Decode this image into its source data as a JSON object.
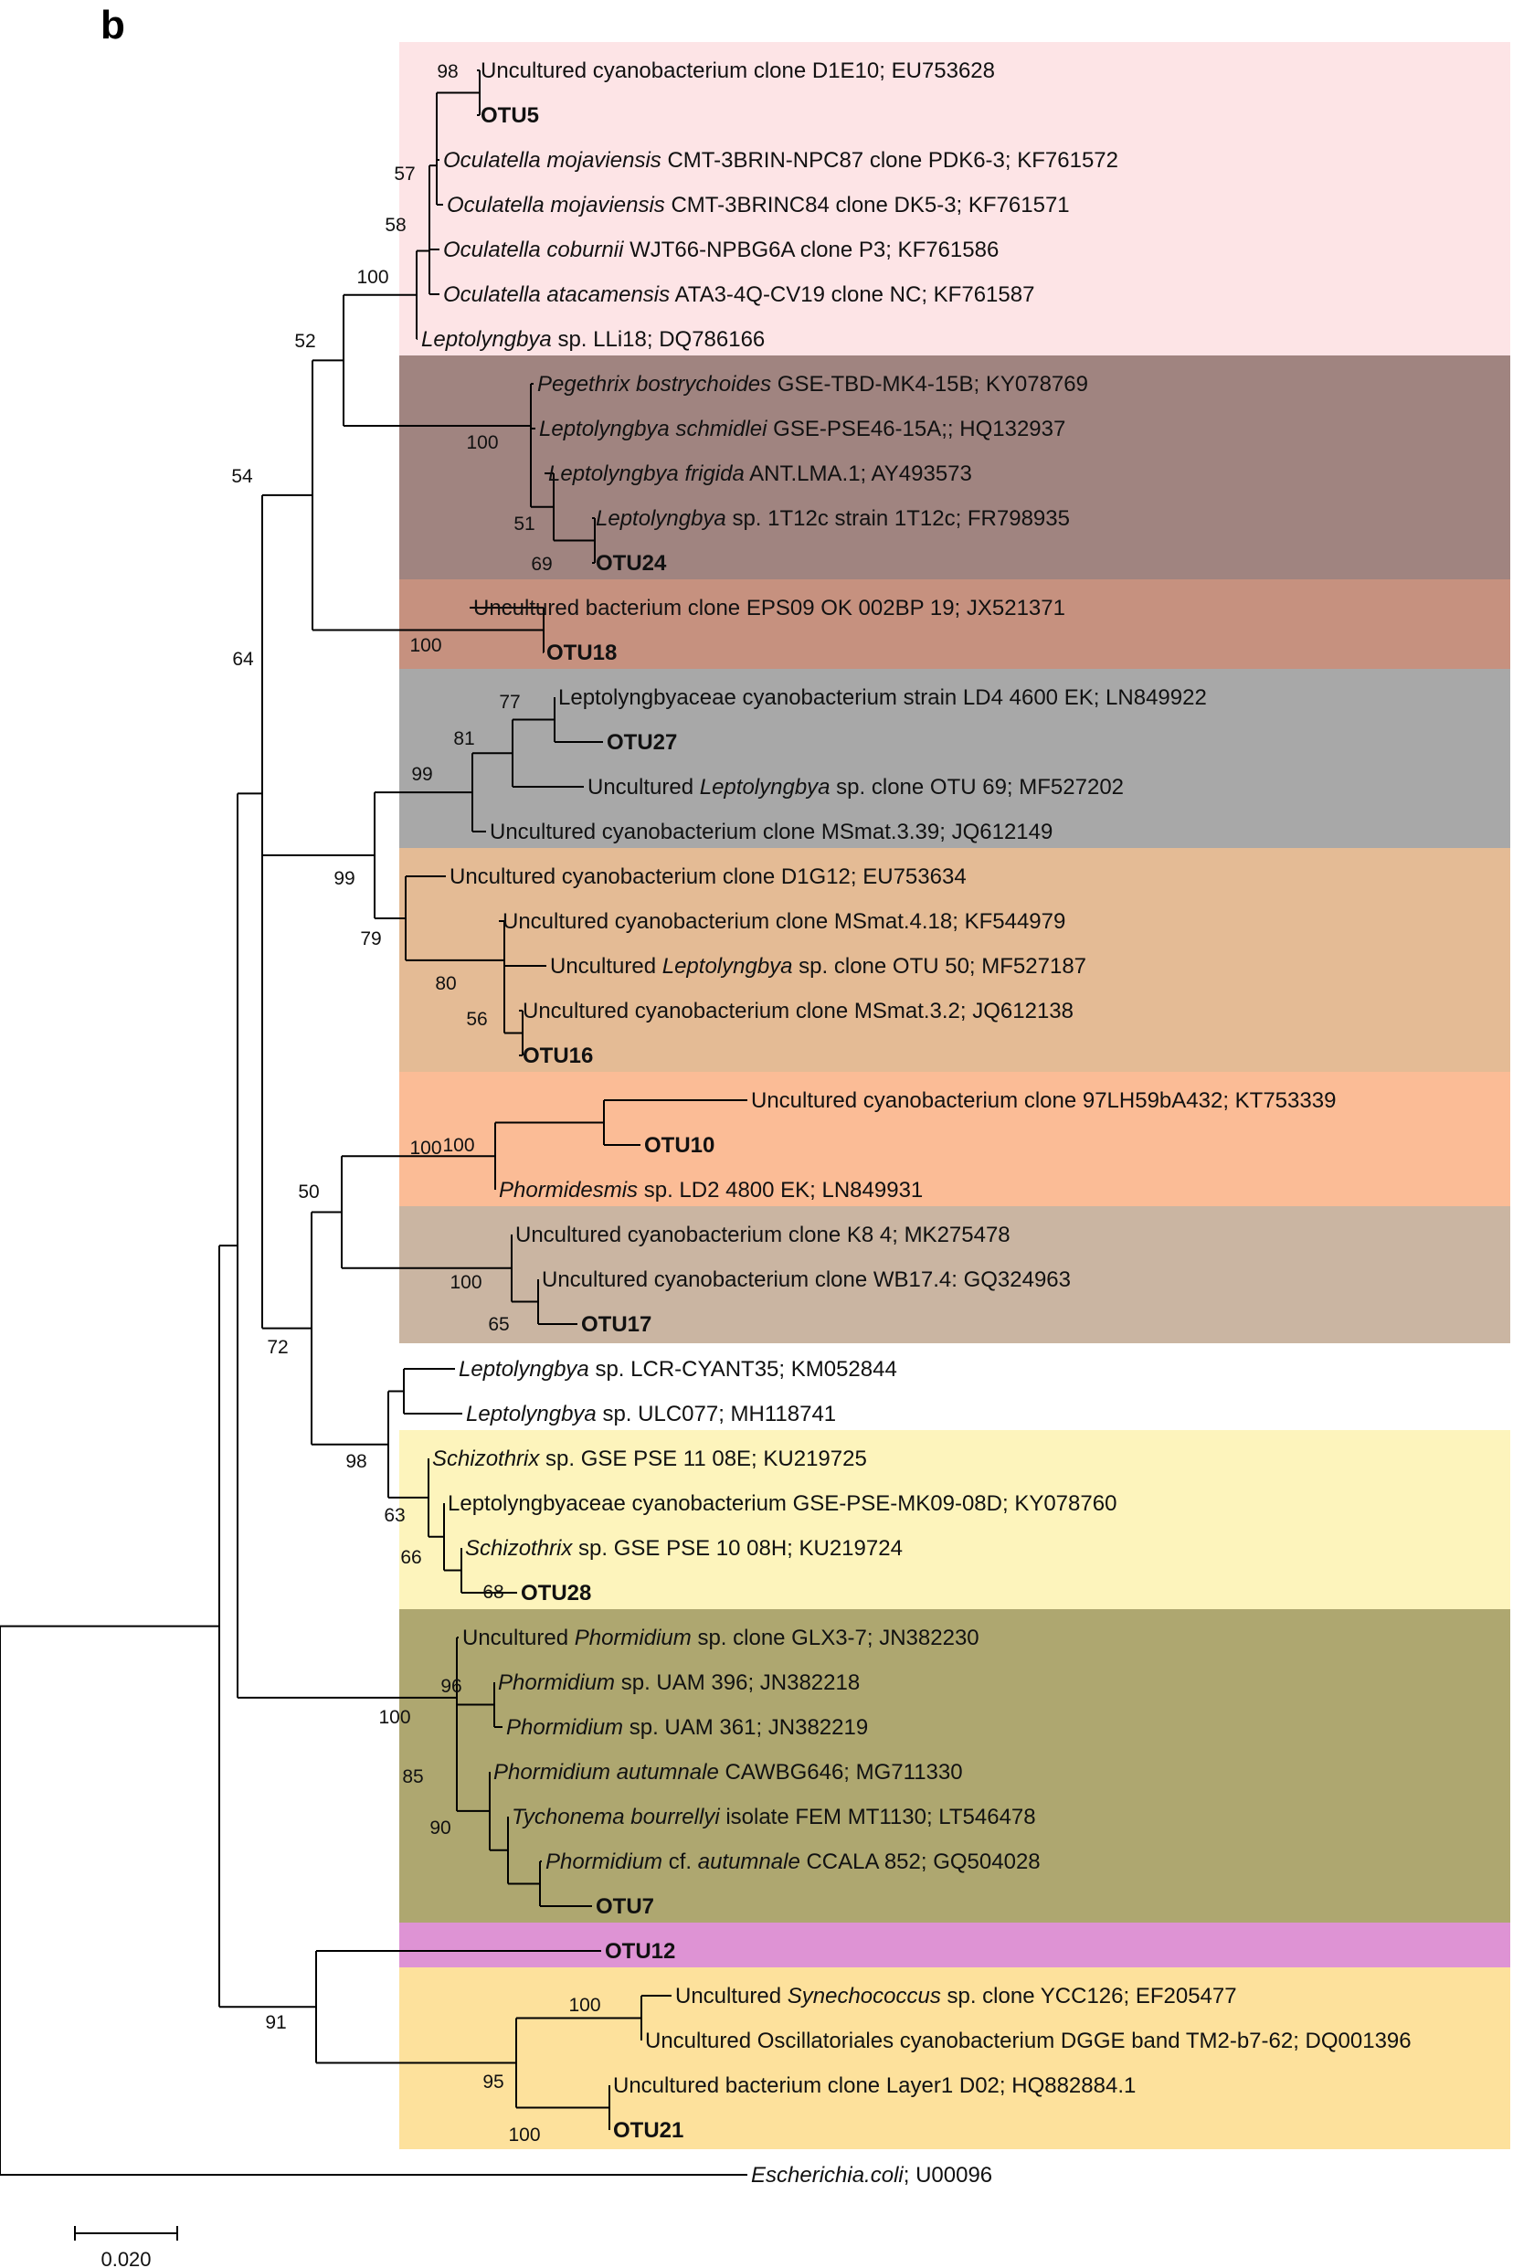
{
  "panel_label": "b",
  "scale_bar": {
    "label": "0.020",
    "length": 0.02
  },
  "colors": {
    "clade_oculatella": "#fde4e6",
    "clade_leptolyngbya_frigida": "#a08480",
    "clade_otu18": "#c6917f",
    "clade_otu27": "#a8a8a8",
    "clade_otu16": "#e4bb95",
    "clade_otu10": "#fbbc96",
    "clade_otu17": "#cab5a2",
    "clade_schizothrix": "#fdf4bc",
    "clade_phormidium": "#aea770",
    "clade_otu12": "#de93d4",
    "clade_synechococcus": "#fde19c"
  },
  "clades": [
    {
      "id": "oculatella",
      "color": "#fde4e6",
      "first": 1,
      "last": 7
    },
    {
      "id": "leptolyngbya_frigida",
      "color": "#a08480",
      "first": 8,
      "last": 12
    },
    {
      "id": "otu18",
      "color": "#c6917f",
      "first": 13,
      "last": 14
    },
    {
      "id": "otu27",
      "color": "#a8a8a8",
      "first": 15,
      "last": 18
    },
    {
      "id": "otu16",
      "color": "#e4bb95",
      "first": 19,
      "last": 23
    },
    {
      "id": "otu10",
      "color": "#fbbc96",
      "first": 24,
      "last": 26
    },
    {
      "id": "otu17",
      "color": "#cab5a2",
      "first": 27,
      "last": 29
    },
    {
      "id": "schizothrix",
      "color": "#fdf4bc",
      "first": 32,
      "last": 35
    },
    {
      "id": "phormidium",
      "color": "#aea770",
      "first": 36,
      "last": 42
    },
    {
      "id": "otu12",
      "color": "#de93d4",
      "first": 43,
      "last": 43
    },
    {
      "id": "synechococcus",
      "color": "#fde19c",
      "first": 44,
      "last": 47
    }
  ],
  "leaves": [
    {
      "row": 1,
      "text": [
        {
          "t": "Uncultured cyanobacterium clone D1E10; EU753628"
        }
      ]
    },
    {
      "row": 2,
      "bold": true,
      "text": [
        {
          "t": "OTU5"
        }
      ]
    },
    {
      "row": 3,
      "text": [
        {
          "t": "Oculatella mojaviensis",
          "i": true
        },
        {
          "t": " CMT-3BRIN-NPC87 clone PDK6-3; KF761572"
        }
      ]
    },
    {
      "row": 4,
      "text": [
        {
          "t": "Oculatella mojaviensis",
          "i": true
        },
        {
          "t": " CMT-3BRINC84 clone DK5-3; KF761571"
        }
      ]
    },
    {
      "row": 5,
      "text": [
        {
          "t": "Oculatella coburnii",
          "i": true
        },
        {
          "t": " WJT66-NPBG6A clone P3; KF761586"
        }
      ]
    },
    {
      "row": 6,
      "text": [
        {
          "t": "Oculatella atacamensis",
          "i": true
        },
        {
          "t": " ATA3-4Q-CV19 clone NC; KF761587"
        }
      ]
    },
    {
      "row": 7,
      "text": [
        {
          "t": "Leptolyngbya",
          "i": true
        },
        {
          "t": " sp. LLi18; DQ786166"
        }
      ]
    },
    {
      "row": 8,
      "text": [
        {
          "t": "Pegethrix bostrychoides",
          "i": true
        },
        {
          "t": " GSE-TBD-MK4-15B; KY078769"
        }
      ]
    },
    {
      "row": 9,
      "text": [
        {
          "t": "Leptolyngbya schmidlei",
          "i": true
        },
        {
          "t": " GSE-PSE46-15A;; HQ132937"
        }
      ]
    },
    {
      "row": 10,
      "text": [
        {
          "t": "Leptolyngbya frigida",
          "i": true
        },
        {
          "t": " ANT.LMA.1; AY493573"
        }
      ]
    },
    {
      "row": 11,
      "text": [
        {
          "t": "Leptolyngbya",
          "i": true
        },
        {
          "t": " sp. 1T12c strain 1T12c; FR798935"
        }
      ]
    },
    {
      "row": 12,
      "bold": true,
      "text": [
        {
          "t": "OTU24"
        }
      ]
    },
    {
      "row": 13,
      "text": [
        {
          "t": "Uncultured bacterium clone EPS09 OK 002BP 19; JX521371"
        }
      ]
    },
    {
      "row": 14,
      "bold": true,
      "text": [
        {
          "t": "OTU18"
        }
      ]
    },
    {
      "row": 15,
      "text": [
        {
          "t": "Leptolyngbyaceae cyanobacterium strain LD4 4600 EK; LN849922"
        }
      ]
    },
    {
      "row": 16,
      "bold": true,
      "text": [
        {
          "t": "OTU27"
        }
      ]
    },
    {
      "row": 17,
      "text": [
        {
          "t": "Uncultured "
        },
        {
          "t": "Leptolyngbya",
          "i": true
        },
        {
          "t": " sp. clone OTU 69; MF527202"
        }
      ]
    },
    {
      "row": 18,
      "text": [
        {
          "t": "Uncultured cyanobacterium clone MSmat.3.39; JQ612149"
        }
      ]
    },
    {
      "row": 19,
      "text": [
        {
          "t": "Uncultured cyanobacterium clone D1G12; EU753634"
        }
      ]
    },
    {
      "row": 20,
      "text": [
        {
          "t": "Uncultured cyanobacterium clone MSmat.4.18; KF544979"
        }
      ]
    },
    {
      "row": 21,
      "text": [
        {
          "t": "Uncultured "
        },
        {
          "t": "Leptolyngbya",
          "i": true
        },
        {
          "t": " sp. clone OTU 50; MF527187"
        }
      ]
    },
    {
      "row": 22,
      "text": [
        {
          "t": "Uncultured cyanobacterium clone MSmat.3.2; JQ612138"
        }
      ]
    },
    {
      "row": 23,
      "bold": true,
      "text": [
        {
          "t": "OTU16"
        }
      ]
    },
    {
      "row": 24,
      "text": [
        {
          "t": "Uncultured cyanobacterium clone 97LH59bA432; KT753339"
        }
      ]
    },
    {
      "row": 25,
      "bold": true,
      "text": [
        {
          "t": "OTU10"
        }
      ]
    },
    {
      "row": 26,
      "text": [
        {
          "t": "Phormidesmis",
          "i": true
        },
        {
          "t": " sp. LD2 4800 EK; LN849931"
        }
      ]
    },
    {
      "row": 27,
      "text": [
        {
          "t": "Uncultured cyanobacterium clone K8 4; MK275478"
        }
      ]
    },
    {
      "row": 28,
      "text": [
        {
          "t": "Uncultured cyanobacterium clone WB17.4: GQ324963"
        }
      ]
    },
    {
      "row": 29,
      "bold": true,
      "text": [
        {
          "t": "OTU17"
        }
      ]
    },
    {
      "row": 30,
      "text": [
        {
          "t": "Leptolyngbya",
          "i": true
        },
        {
          "t": " sp. LCR-CYANT35; KM052844"
        }
      ]
    },
    {
      "row": 31,
      "text": [
        {
          "t": "Leptolyngbya",
          "i": true
        },
        {
          "t": " sp. ULC077; MH118741"
        }
      ]
    },
    {
      "row": 32,
      "text": [
        {
          "t": "Schizothrix",
          "i": true
        },
        {
          "t": " sp. GSE PSE 11 08E; KU219725"
        }
      ]
    },
    {
      "row": 33,
      "text": [
        {
          "t": "Leptolyngbyaceae cyanobacterium GSE-PSE-MK09-08D; KY078760"
        }
      ]
    },
    {
      "row": 34,
      "text": [
        {
          "t": "Schizothrix",
          "i": true
        },
        {
          "t": " sp. GSE PSE 10 08H; KU219724"
        }
      ]
    },
    {
      "row": 35,
      "bold": true,
      "text": [
        {
          "t": "OTU28"
        }
      ]
    },
    {
      "row": 36,
      "text": [
        {
          "t": "Uncultured "
        },
        {
          "t": "Phormidium",
          "i": true
        },
        {
          "t": " sp. clone GLX3-7; JN382230"
        }
      ]
    },
    {
      "row": 37,
      "text": [
        {
          "t": "Phormidium",
          "i": true
        },
        {
          "t": " sp. UAM 396; JN382218"
        }
      ]
    },
    {
      "row": 38,
      "text": [
        {
          "t": "Phormidium",
          "i": true
        },
        {
          "t": " sp. UAM 361; JN382219"
        }
      ]
    },
    {
      "row": 39,
      "text": [
        {
          "t": "Phormidium autumnale",
          "i": true
        },
        {
          "t": " CAWBG646; MG711330"
        }
      ]
    },
    {
      "row": 40,
      "text": [
        {
          "t": "Tychonema bourrellyi",
          "i": true
        },
        {
          "t": " isolate FEM MT1130; LT546478"
        }
      ]
    },
    {
      "row": 41,
      "text": [
        {
          "t": "Phormidium",
          "i": true
        },
        {
          "t": " cf. "
        },
        {
          "t": "autumnale",
          "i": true
        },
        {
          "t": " CCALA 852; GQ504028"
        }
      ]
    },
    {
      "row": 42,
      "bold": true,
      "text": [
        {
          "t": "OTU7"
        }
      ]
    },
    {
      "row": 43,
      "bold": true,
      "text": [
        {
          "t": "OTU12"
        }
      ]
    },
    {
      "row": 44,
      "text": [
        {
          "t": "Uncultured "
        },
        {
          "t": "Synechococcus",
          "i": true
        },
        {
          "t": " sp. clone YCC126; EF205477"
        }
      ]
    },
    {
      "row": 45,
      "text": [
        {
          "t": "Uncultured Oscillatoriales cyanobacterium DGGE band TM2-b7-62; DQ001396"
        }
      ]
    },
    {
      "row": 46,
      "text": [
        {
          "t": "Uncultured bacterium clone Layer1 D02; HQ882884.1"
        }
      ]
    },
    {
      "row": 47,
      "bold": true,
      "text": [
        {
          "t": "OTU21"
        }
      ]
    },
    {
      "row": 48,
      "text": [
        {
          "t": "Escherichia.coli",
          "i": true
        },
        {
          "t": "; U00096"
        }
      ]
    }
  ],
  "bootstrap": [
    "98",
    "57",
    "58",
    "100",
    "52",
    "100",
    "51",
    "69",
    "54",
    "100",
    "64",
    "77",
    "81",
    "99",
    "99",
    "79",
    "80",
    "56",
    "100",
    "100",
    "50",
    "100",
    "65",
    "72",
    "98",
    "63",
    "66",
    "68",
    "96",
    "100",
    "85",
    "90",
    "91",
    "100",
    "95",
    "100"
  ]
}
